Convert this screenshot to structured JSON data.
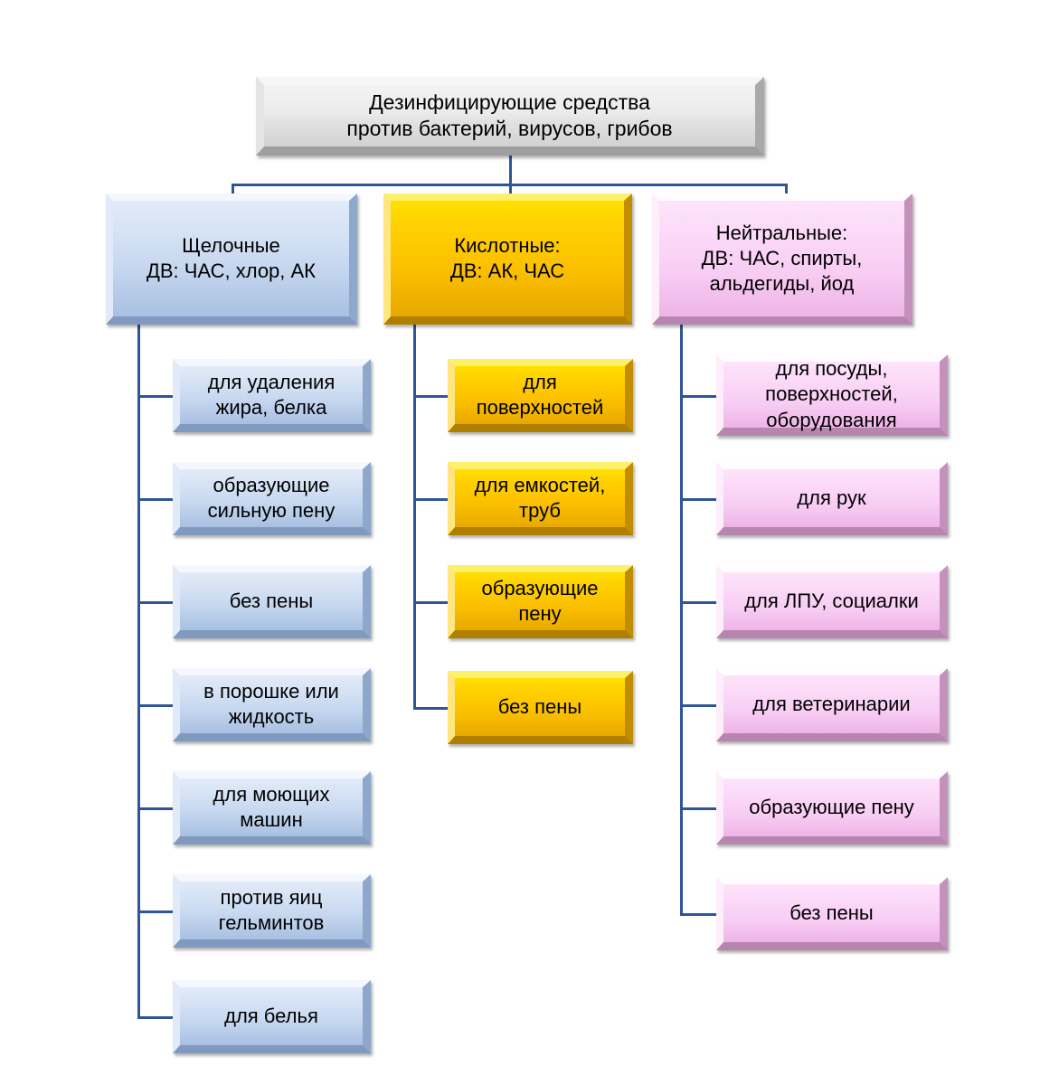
{
  "diagram": {
    "title": "Дезинфицирующие средства против бактерий, вирусов, грибов",
    "root": {
      "line1": "Дезинфицирующие средства",
      "line2": "против бактерий, вирусов, грибов",
      "text": "Дезинфицирующие средства\nпротив бактерий, вирусов, грибов",
      "color": "#e6e6e6"
    },
    "branches": [
      {
        "id": "alkaline",
        "header": "Щелочные\nДВ: ЧАС, хлор, АК",
        "header_line1": "Щелочные",
        "header_line2": "ДВ: ЧАС, хлор, АК",
        "color": "#c3d5ee",
        "children": [
          "для удаления\nжира, белка",
          "образующие\nсильную пену",
          "без пены",
          "в порошке или\nжидкость",
          "для моющих\nмашин",
          "против яиц\nгельминтов",
          "для белья"
        ]
      },
      {
        "id": "acidic",
        "header": "Кислотные:\nДВ: АК, ЧАС",
        "header_line1": "Кислотные:",
        "header_line2": "ДВ: АК, ЧАС",
        "color": "#fcc200",
        "children": [
          "для\nповерхностей",
          "для емкостей,\nтруб",
          "образующие\nпену",
          "без пены"
        ]
      },
      {
        "id": "neutral",
        "header": "Нейтральные:\nДВ: ЧАС, спирты,\nальдегиды, йод",
        "header_line1": "Нейтральные:",
        "header_line2": "ДВ: ЧАС, спирты,",
        "header_line3": "альдегиды, йод",
        "color": "#f8cdf4",
        "children": [
          "для посуды,\nповерхностей,\nоборудования",
          "для рук",
          "для ЛПУ, социалки",
          "для ветеринарии",
          "образующие пену",
          "без пены"
        ]
      }
    ],
    "connector_color": "#2f5597"
  }
}
